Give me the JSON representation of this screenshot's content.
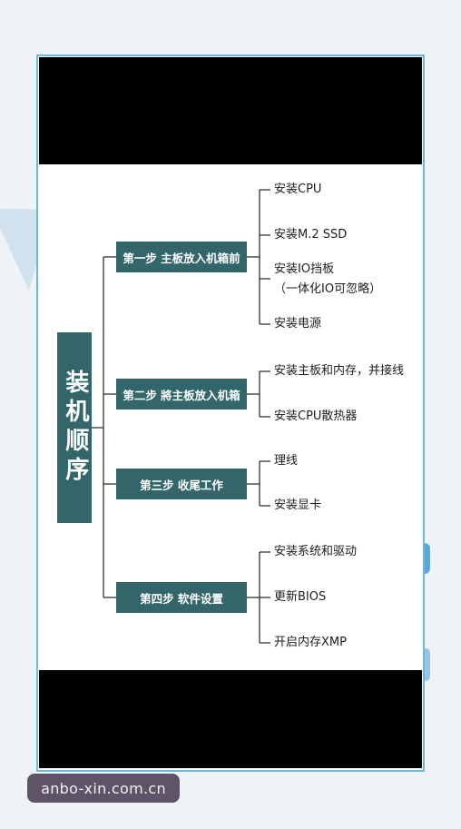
{
  "diagram": {
    "root_label": "装机顺序",
    "steps": [
      {
        "label": "第一步 主板放入机箱前",
        "items": [
          "安装CPU",
          "安装M.2 SSD",
          [
            "安装IO挡板",
            "（一体化IO可忽略）"
          ],
          "安装电源"
        ]
      },
      {
        "label": "第二步 將主板放入机箱",
        "items": [
          "安装主板和内存，并接线",
          "安装CPU散热器"
        ]
      },
      {
        "label": "第三步 收尾工作",
        "items": [
          "理线",
          "安装显卡"
        ]
      },
      {
        "label": "第四步 软件设置",
        "items": [
          "安装系统和驱动",
          "更新BIOS",
          "开启内存XMP"
        ]
      }
    ]
  },
  "watermark": "anbo-xin.com.cn",
  "colors": {
    "node_bg": "#33666a",
    "frame": "#6fb7d9",
    "line": "#333333"
  }
}
